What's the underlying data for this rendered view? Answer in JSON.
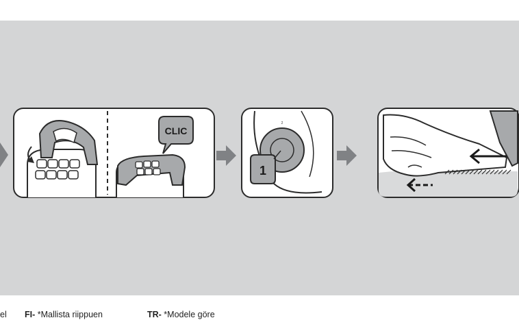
{
  "illustration": {
    "clic_label": "CLIC",
    "step_number": "1",
    "dial_mark": "2"
  },
  "footer": {
    "items": [
      {
        "code": "",
        "text": "el"
      },
      {
        "code": "FI-",
        "text": " *Mallista riippuen"
      },
      {
        "code": "TR-",
        "text": " *Modele göre"
      }
    ]
  },
  "colors": {
    "panel_bg": "#d4d5d6",
    "card_bg": "#ffffff",
    "arrow": "#808285",
    "fill_gray": "#a7a9ab",
    "stroke": "#2b2b2b"
  }
}
